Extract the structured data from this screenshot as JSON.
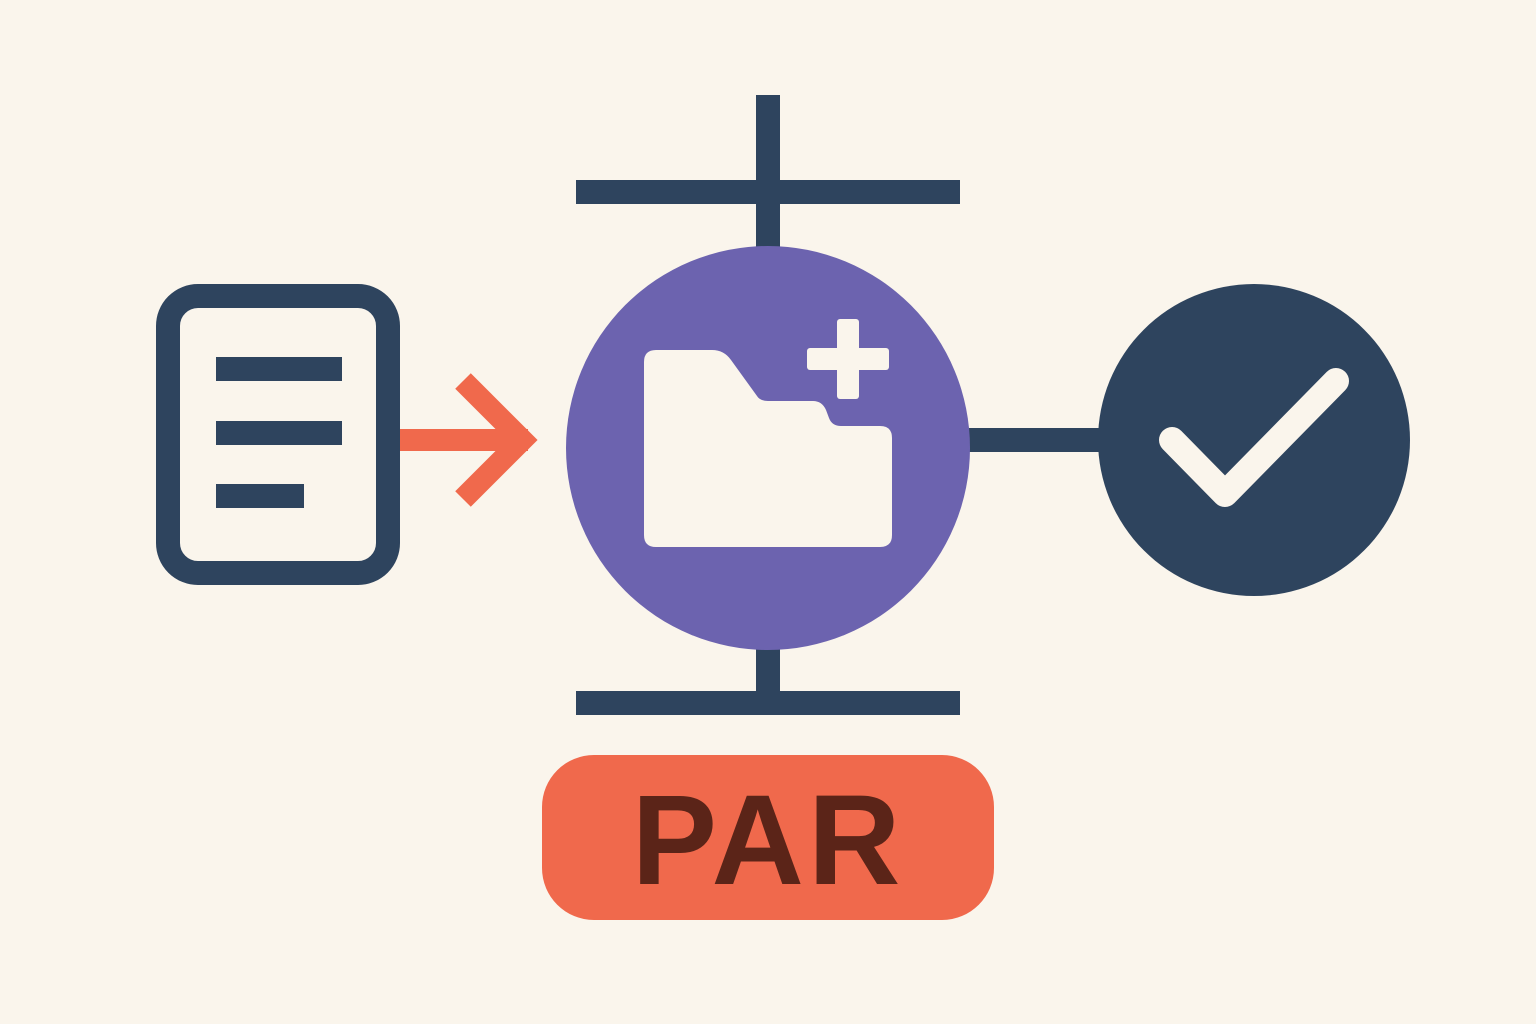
{
  "colors": {
    "background": "#FAF5EC",
    "navy": "#2E445E",
    "purple": "#6C63AF",
    "coral": "#F0694C",
    "badge_text": "#5B2418",
    "white": "#FAF5EC"
  },
  "nodes": [
    {
      "id": "document",
      "icon": "document-icon"
    },
    {
      "id": "add-folder",
      "icon": "folder-plus-icon"
    },
    {
      "id": "done",
      "icon": "checkmark-icon"
    }
  ],
  "badge": {
    "label": "PAR"
  }
}
